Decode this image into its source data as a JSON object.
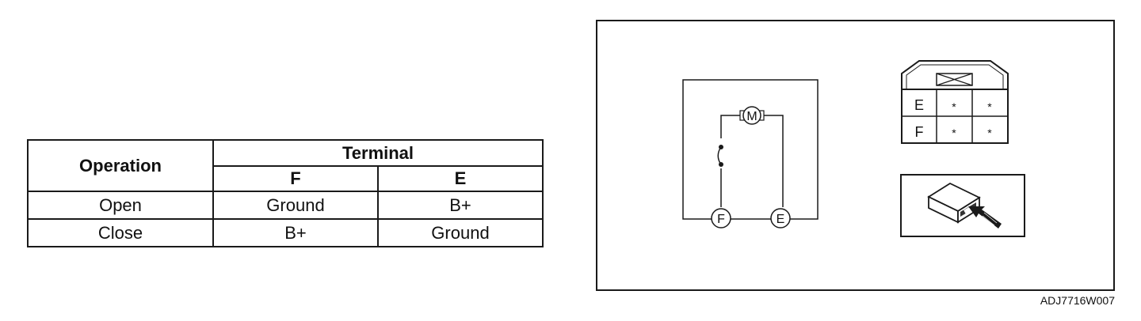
{
  "table": {
    "operation_header": "Operation",
    "terminal_header": "Terminal",
    "terminal_columns": [
      "F",
      "E"
    ],
    "rows": [
      {
        "operation": "Open",
        "F": "Ground",
        "E": "B+"
      },
      {
        "operation": "Close",
        "F": "B+",
        "E": "Ground"
      }
    ]
  },
  "diagram": {
    "motor_label": "M",
    "terminal_f": "F",
    "terminal_e": "E",
    "connector_rows": [
      {
        "label": "E",
        "pins": [
          "*",
          "*"
        ]
      },
      {
        "label": "F",
        "pins": [
          "*",
          "*"
        ]
      }
    ]
  },
  "figure_id": "ADJ7716W007"
}
